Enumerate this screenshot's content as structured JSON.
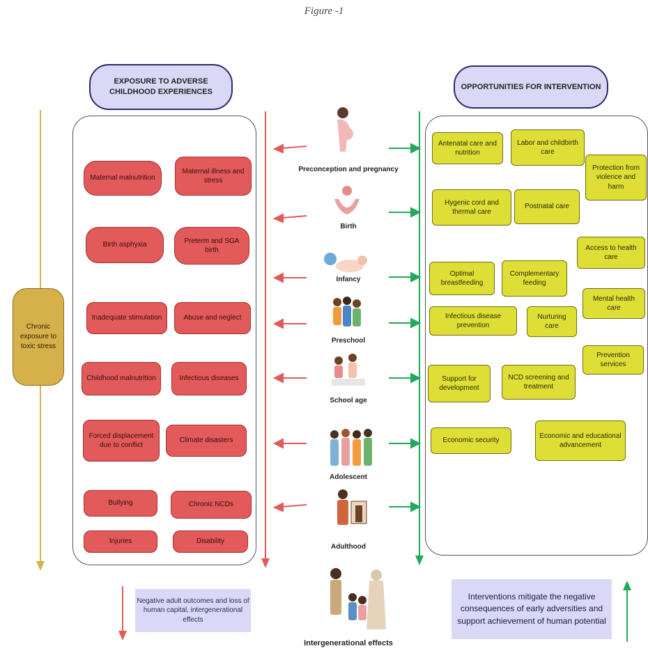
{
  "figure_label": "Figure -1",
  "left_header": "EXPOSURE TO ADVERSE CHILDHOOD EXPERIENCES",
  "right_header": "OPPORTUNITIES FOR INTERVENTION",
  "chronic_label": "Chronic exposure to toxic stress",
  "adverse": [
    "Maternal malnutrition",
    "Maternal illness and stress",
    "Birth asphyxia",
    "Preterm and SGA birth",
    "Inadequate stimulation",
    "Abuse and neglect",
    "Childhood malnutrition",
    "Infectious diseases",
    "Forced displacement due to conflict",
    "Climate disasters",
    "Bullying",
    "Chronic NCDs",
    "Injuries",
    "Disability"
  ],
  "stages": [
    "Preconception and pregnancy",
    "Birth",
    "Infancy",
    "Preschool",
    "School age",
    "Adolescent",
    "Adulthood",
    "Intergenerational effects"
  ],
  "interventions": [
    "Antenatal care and nutrition",
    "Labor and childbirth care",
    "Protection from violence and harm",
    "Hygenic cord and thermal care",
    "Postnatal care",
    "Access to health care",
    "Optimal breastfeeding",
    "Complementary feeding",
    "Mental health care",
    "Infectious disease prevention",
    "Nurturing care",
    "Prevention services",
    "Support for development",
    "NCD screening and treatment",
    "Economic security",
    "Economic and educational advancement"
  ],
  "negative_note": "Negative adult outcomes and loss of human capital, intergenerational effects",
  "positive_note": "Interventions mitigate the negative consequences of early adversities and support achievement of human potential",
  "colors": {
    "red": "#e25a5a",
    "yellow": "#dede36",
    "green": "#1faa5a",
    "gold": "#d6b04a",
    "lavender": "#d9d9f7"
  }
}
